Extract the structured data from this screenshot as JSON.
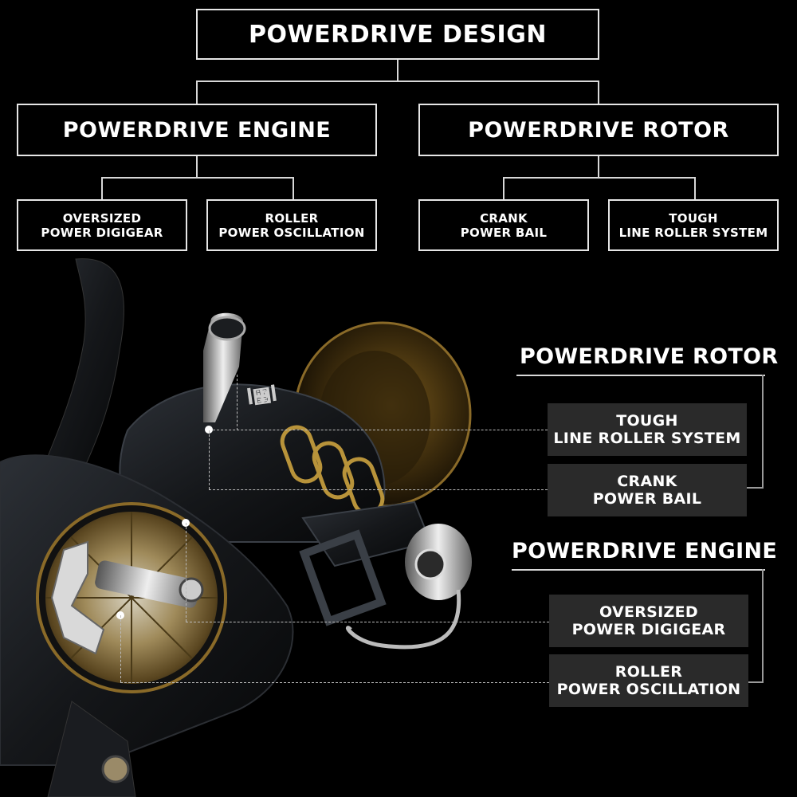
{
  "hierarchy": {
    "root": "POWERDRIVE DESIGN",
    "engine": {
      "label": "POWERDRIVE ENGINE",
      "children": [
        {
          "line1": "OVERSIZED",
          "line2": "POWER DIGIGEAR"
        },
        {
          "line1": "ROLLER",
          "line2": "POWER OSCILLATION"
        }
      ]
    },
    "rotor": {
      "label": "POWERDRIVE ROTOR",
      "children": [
        {
          "line1": "CRANK",
          "line2": "POWER BAIL"
        },
        {
          "line1": "TOUGH",
          "line2": "LINE ROLLER SYSTEM"
        }
      ]
    }
  },
  "callouts": {
    "rotor": {
      "heading": "POWERDRIVE ROTOR",
      "items": [
        {
          "line1": "TOUGH",
          "line2": "LINE ROLLER SYSTEM"
        },
        {
          "line1": "CRANK",
          "line2": "POWER BAIL"
        }
      ]
    },
    "engine": {
      "heading": "POWERDRIVE ENGINE",
      "items": [
        {
          "line1": "OVERSIZED",
          "line2": "POWER DIGIGEAR"
        },
        {
          "line1": "ROLLER",
          "line2": "POWER OSCILLATION"
        }
      ]
    }
  },
  "colors": {
    "background": "#000000",
    "box_fill": "#2a2a2a",
    "gold_accent": "#b8933a",
    "line": "#d8d8d8"
  }
}
